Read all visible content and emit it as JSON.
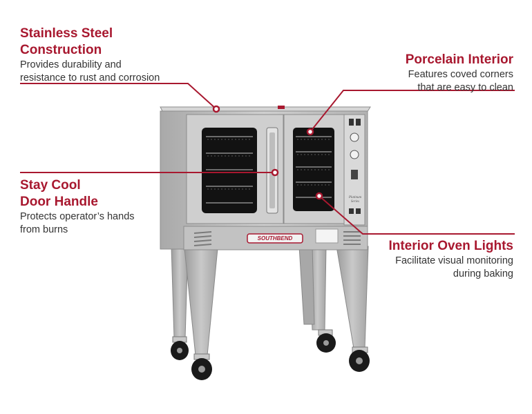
{
  "callouts": {
    "stainless": {
      "title_line1": "Stainless Steel",
      "title_line2": "Construction",
      "desc_line1": "Provides durability and",
      "desc_line2": "resistance to rust and corrosion"
    },
    "porcelain": {
      "title_line1": "Porcelain Interior",
      "desc_line1": "Features coved corners",
      "desc_line2": "that are easy to clean"
    },
    "handle": {
      "title_line1": "Stay Cool",
      "title_line2": "Door Handle",
      "desc_line1": "Protects operator’s hands",
      "desc_line2": "from burns"
    },
    "lights": {
      "title_line1": "Interior Oven Lights",
      "desc_line1": "Facilitate visual monitoring",
      "desc_line2": "during baking"
    }
  },
  "product": {
    "brand_badge": "SOUTHBEND",
    "panel_script": "Platinum Series"
  },
  "colors": {
    "accent": "#a8182f",
    "text": "#333333",
    "steel": "#b9b9b9"
  }
}
